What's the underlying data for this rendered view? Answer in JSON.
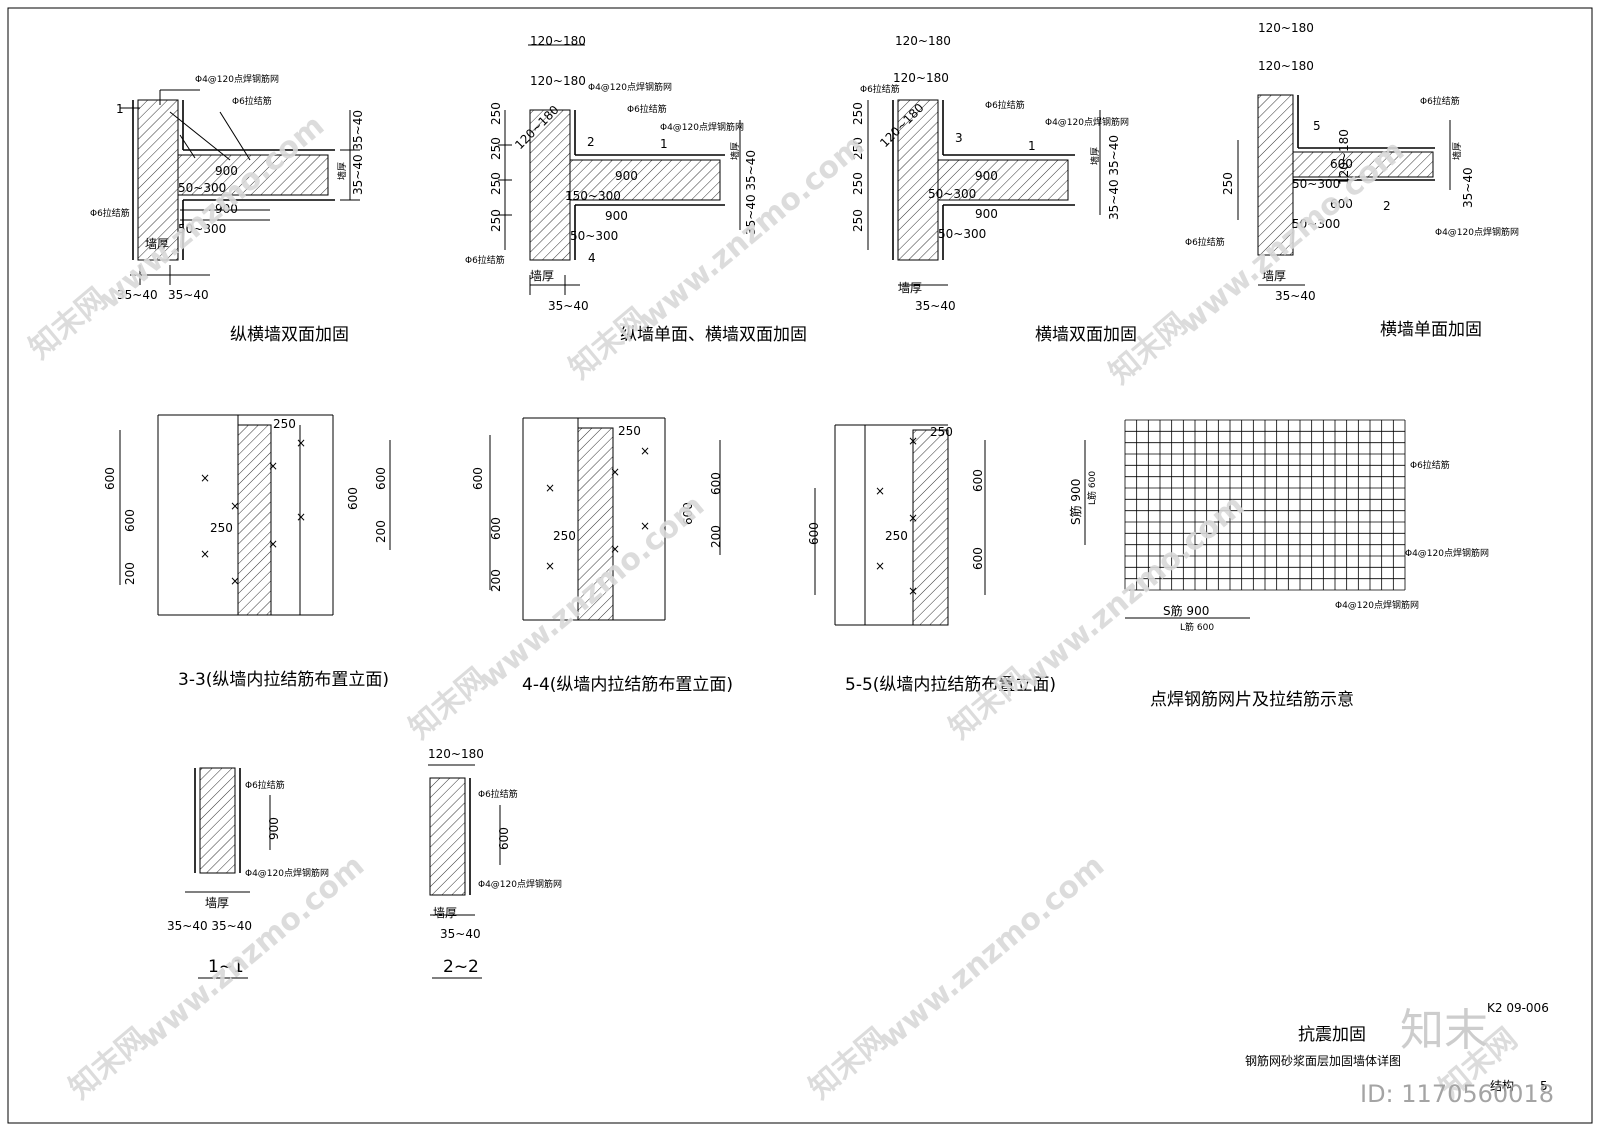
{
  "details": {
    "d1": {
      "title": "纵横墙双面加固",
      "mesh": "Φ4@120点焊钢筋网",
      "tie": "Φ6拉结筋",
      "tie2": "Φ6拉结筋",
      "sec": "1",
      "d1": "900",
      "d2": "50~300",
      "d3": "50~300",
      "d4": "900",
      "wall": "墙厚",
      "cov1": "35~40",
      "cov2": "35~40",
      "vdim": "35~40 35~40",
      "vwall": "墙厚"
    },
    "d2": {
      "title": "纵墙单面、横墙双面加固",
      "top1": "120~180",
      "top2": "120~180",
      "top3": "120~180",
      "mesh1": "Φ4@120点焊钢筋网",
      "mesh2": "Φ4@120点焊钢筋网",
      "tie": "Φ6拉结筋",
      "tie2": "Φ6拉结筋",
      "v1": "250",
      "v2": "250",
      "v3": "250",
      "v4": "250",
      "d1": "900",
      "d2": "150~300",
      "d3": "900",
      "d4": "50~300",
      "wall": "墙厚",
      "cov": "35~40",
      "vdim": "35~40 35~40",
      "vwall": "墙厚",
      "s1": "1",
      "s2": "2",
      "s4": "4"
    },
    "d3": {
      "title": "横墙双面加固",
      "top1": "120~180",
      "top2": "120~180",
      "top3": "120~180",
      "mesh": "Φ4@120点焊钢筋网",
      "tie": "Φ6拉结筋",
      "tie2": "Φ6拉结筋",
      "v1": "250",
      "v2": "250",
      "v3": "250",
      "v4": "250",
      "d1": "900",
      "d2": "50~300",
      "d3": "900",
      "d4": "50~300",
      "wall": "墙厚",
      "cov": "35~40",
      "vdim": "35~40 35~40",
      "vwall": "墙厚",
      "s1": "1",
      "s3": "3"
    },
    "d4": {
      "title": "横墙单面加固",
      "top1": "120~180",
      "top2": "120~180",
      "top3": "120~180",
      "mesh": "Φ4@120点焊钢筋网",
      "tie": "Φ6拉结筋",
      "tie2": "Φ6拉结筋",
      "v1": "250",
      "d1": "600",
      "d2": "50~300",
      "d3": "600",
      "d4": "50~300",
      "wall": "墙厚",
      "cov": "35~40",
      "vdim": "35~40",
      "vwall": "墙厚",
      "s2": "2",
      "s5": "5"
    },
    "e33": {
      "title": "3-3(纵墙内拉结筋布置立面)",
      "a": "600",
      "b": "600",
      "c": "200",
      "d": "250",
      "e": "250",
      "f": "600",
      "g": "600",
      "h": "200"
    },
    "e44": {
      "title": "4-4(纵墙内拉结筋布置立面)",
      "a": "600",
      "b": "600",
      "c": "200",
      "d": "250",
      "e": "250",
      "f": "600",
      "g": "600",
      "h": "200"
    },
    "e55": {
      "title": "5-5(纵墙内拉结筋布置立面)",
      "a": "600",
      "b": "250",
      "c": "250",
      "d": "600",
      "e": "600"
    },
    "mesh": {
      "title": "点焊钢筋网片及拉结筋示意",
      "s1": "S筋 900",
      "l1": "L筋 600",
      "s2": "S筋 900",
      "l2": "L筋 600",
      "tie": "Φ6拉结筋",
      "m1": "Φ4@120点焊钢筋网",
      "m2": "Φ4@120点焊钢筋网"
    },
    "s11": {
      "title": "1~1",
      "tie": "Φ6拉结筋",
      "mesh": "Φ4@120点焊钢筋网",
      "dim": "900",
      "wall": "墙厚",
      "cov": "35~40 35~40"
    },
    "s22": {
      "title": "2~2",
      "top": "120~180",
      "tie": "Φ6拉结筋",
      "mesh": "Φ4@120点焊钢筋网",
      "dim": "600",
      "wall": "墙厚",
      "cov": "35~40"
    }
  },
  "titleblock": {
    "no": "K2 09-006",
    "t1": "抗震加固",
    "t2": "钢筋网砂浆面层加固墙体详图",
    "t3": "结构",
    "page": "5"
  },
  "watermark": {
    "site": "www.znzmo.com",
    "brand": "知末网",
    "logo": "知末",
    "id": "ID: 1170560018"
  }
}
